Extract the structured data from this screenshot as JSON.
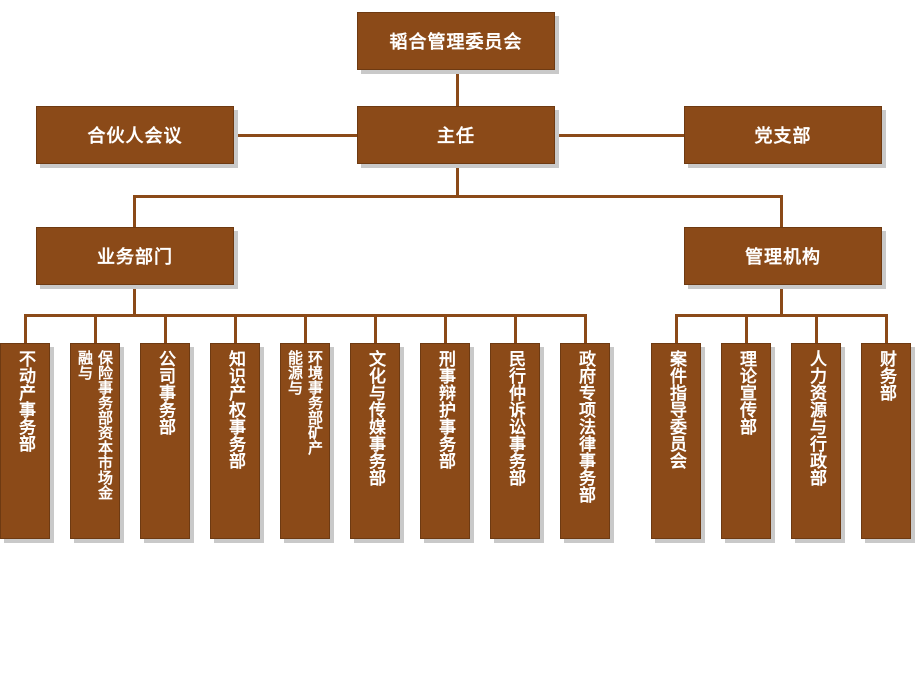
{
  "top": {
    "label": "韬合管理委员会"
  },
  "director": {
    "label": "主任"
  },
  "partners_meeting": {
    "label": "合伙人会议"
  },
  "party_branch": {
    "label": "党支部"
  },
  "business_division": {
    "label": "业务部门",
    "departments": [
      {
        "label": "不动产事务部"
      },
      {
        "label": "保险事务部资本市场金融与"
      },
      {
        "label": "公司事务部"
      },
      {
        "label": "知识产权事务部"
      },
      {
        "label": "环境事务部矿产能源与"
      },
      {
        "label": "文化与传媒事务部"
      },
      {
        "label": "刑事辩护事务部"
      },
      {
        "label": "民行仲诉讼事务部"
      },
      {
        "label": "政府专项法律事务部"
      }
    ]
  },
  "management_division": {
    "label": "管理机构",
    "departments": [
      {
        "label": "案件指导委员会"
      },
      {
        "label": "理论宣传部"
      },
      {
        "label": "人力资源与行政部"
      },
      {
        "label": "财务部"
      }
    ]
  },
  "colors": {
    "box": "#8b4a18",
    "line": "#8b4a18",
    "text": "#ffffff",
    "shadow": "#c9c9c9"
  }
}
